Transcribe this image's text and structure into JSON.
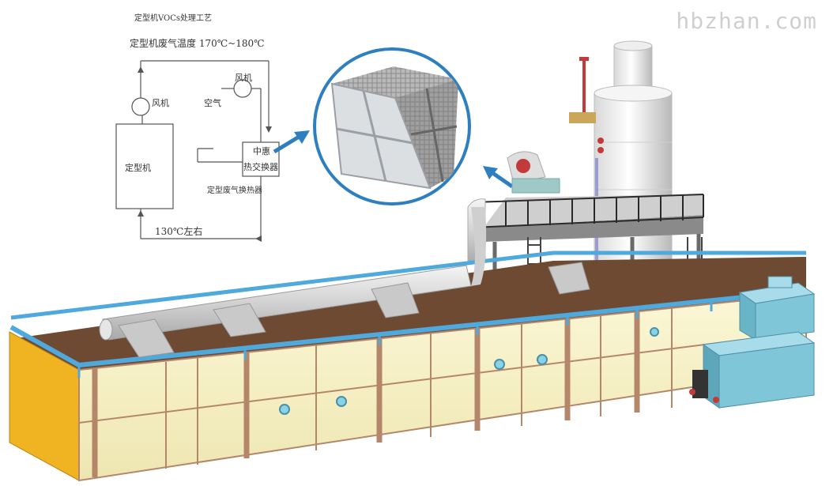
{
  "watermark": "hbzhan.com",
  "flow": {
    "title": "定型机VOCs处理工艺",
    "exhaust_temp": "定型机废气温度 170℃~180℃",
    "fan_left": "风机",
    "fan_right": "风机",
    "air": "空气",
    "machine": "定型机",
    "hx_line1": "中惠",
    "hx_line2": "热交换器",
    "hx_caption": "定型废气换热器",
    "return_temp": "130℃左右"
  },
  "colors": {
    "wall_fill": "#f3edbf",
    "wall_frame": "#b5876a",
    "roof": "#6e4a32",
    "rail": "#4fa9dc",
    "pipe": "#dcdcdc",
    "tower": "#f2f2f2",
    "scrubber": "#7fc6d8",
    "callout": "#2e7fc0"
  }
}
